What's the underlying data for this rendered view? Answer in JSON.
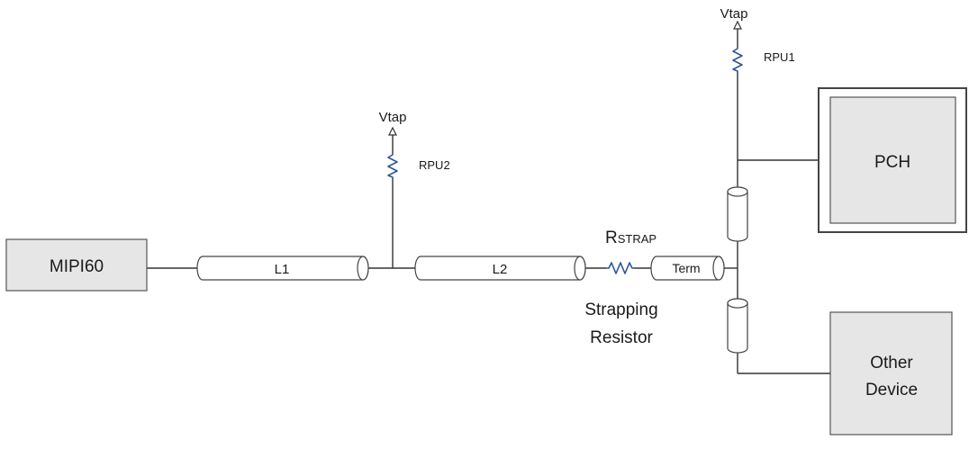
{
  "blocks": {
    "mipi60": "MIPI60",
    "pch": "PCH",
    "other_line1": "Other",
    "other_line2": "Device"
  },
  "lines": {
    "l1": "L1",
    "l2": "L2",
    "term": "Term"
  },
  "pullups": {
    "rpu1": {
      "vtap": "Vtap",
      "label": "RPU1"
    },
    "rpu2": {
      "vtap": "Vtap",
      "label": "RPU2"
    }
  },
  "strap": {
    "label_r": "R",
    "label_sub": "STRAP",
    "caption_line1": "Strapping",
    "caption_line2": "Resistor"
  },
  "colors": {
    "box_fill": "#e6e6e6",
    "resistor": "#2f5597",
    "wire": "#333333"
  }
}
